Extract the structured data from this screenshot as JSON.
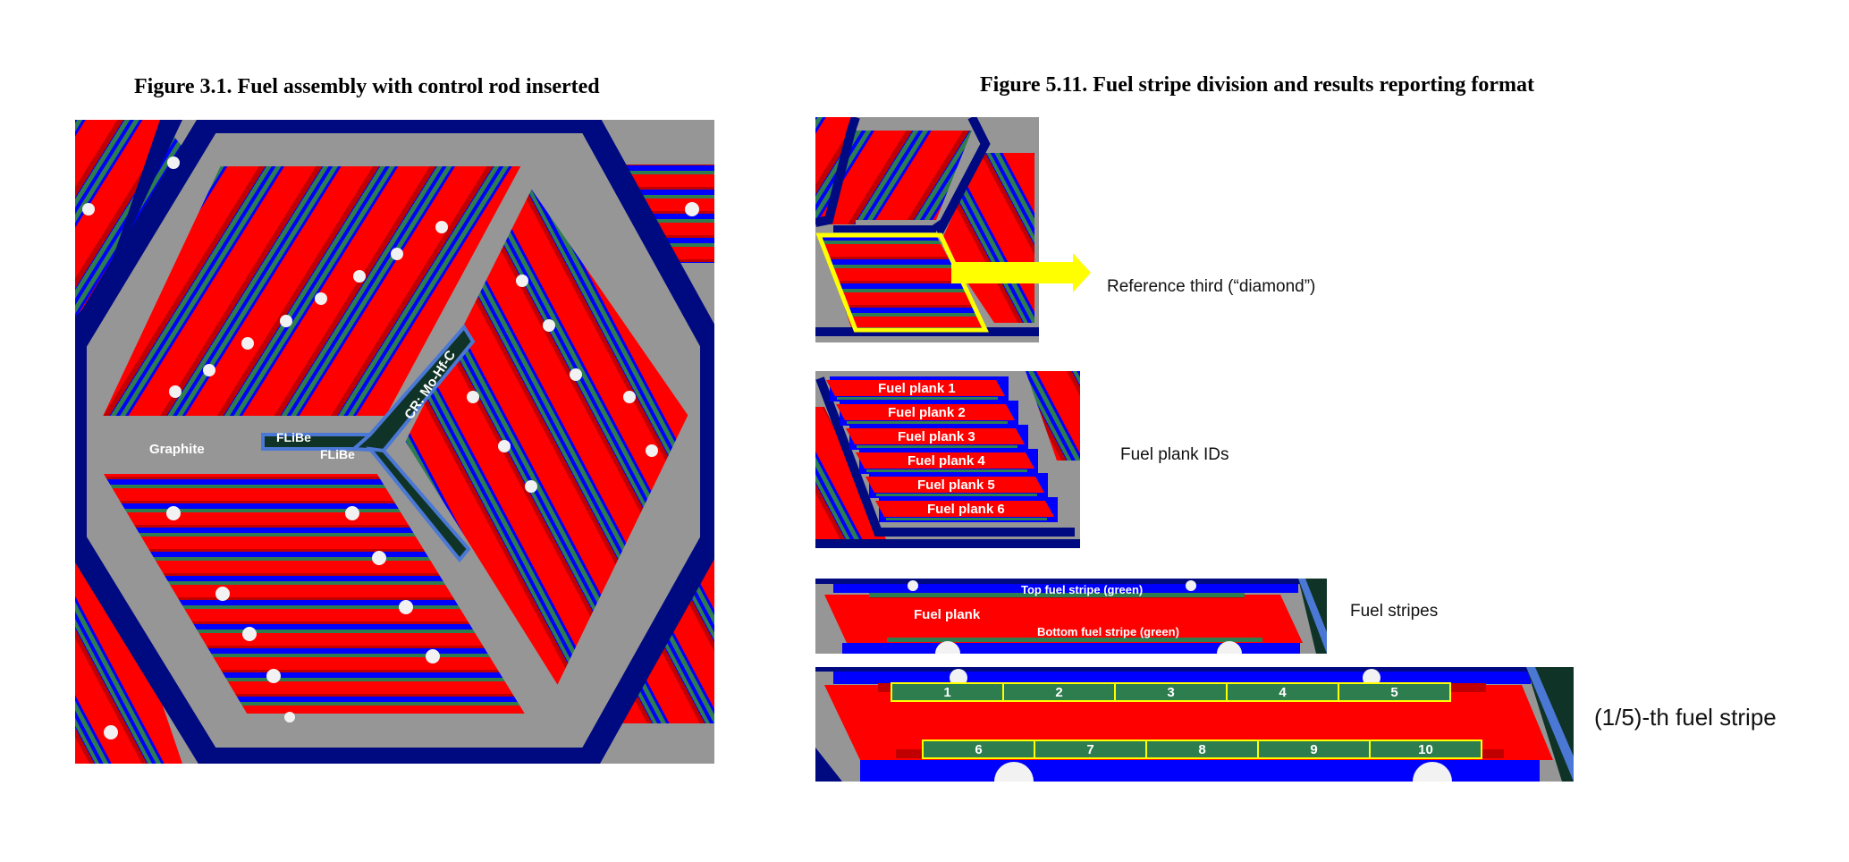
{
  "figure_left": {
    "title": "Figure 3.1. Fuel assembly with control rod inserted",
    "labels": {
      "graphite": "Graphite",
      "flibe_upper": "FLiBe",
      "flibe_lower": "FLiBe",
      "control_rod": "CR: Mo-Hf-C"
    }
  },
  "figure_right": {
    "title": "Figure 5.11. Fuel stripe division and results reporting format",
    "panels": {
      "diamond": {
        "caption": "Reference third (“diamond”)"
      },
      "planks": {
        "caption": "Fuel plank IDs",
        "plank_labels": [
          "Fuel plank 1",
          "Fuel plank 2",
          "Fuel plank 3",
          "Fuel plank 4",
          "Fuel plank 5",
          "Fuel plank 6"
        ]
      },
      "stripes": {
        "caption": "Fuel stripes",
        "plank_label": "Fuel plank",
        "top_label": "Top fuel stripe (green)",
        "bottom_label": "Bottom fuel stripe (green)"
      },
      "segments": {
        "caption": "(1/5)-th fuel stripe",
        "top_ids": [
          "1",
          "2",
          "3",
          "4",
          "5"
        ],
        "bottom_ids": [
          "6",
          "7",
          "8",
          "9",
          "10"
        ]
      }
    }
  },
  "colors": {
    "fuel": "#ff0000",
    "dark_red": "#c00000",
    "coolant": "#0000ff",
    "stripe_green": "#2e7d4f",
    "navy": "#000a80",
    "graphite": "#969696",
    "control_rod": "#0f3326",
    "highlight": "#ffff00"
  }
}
